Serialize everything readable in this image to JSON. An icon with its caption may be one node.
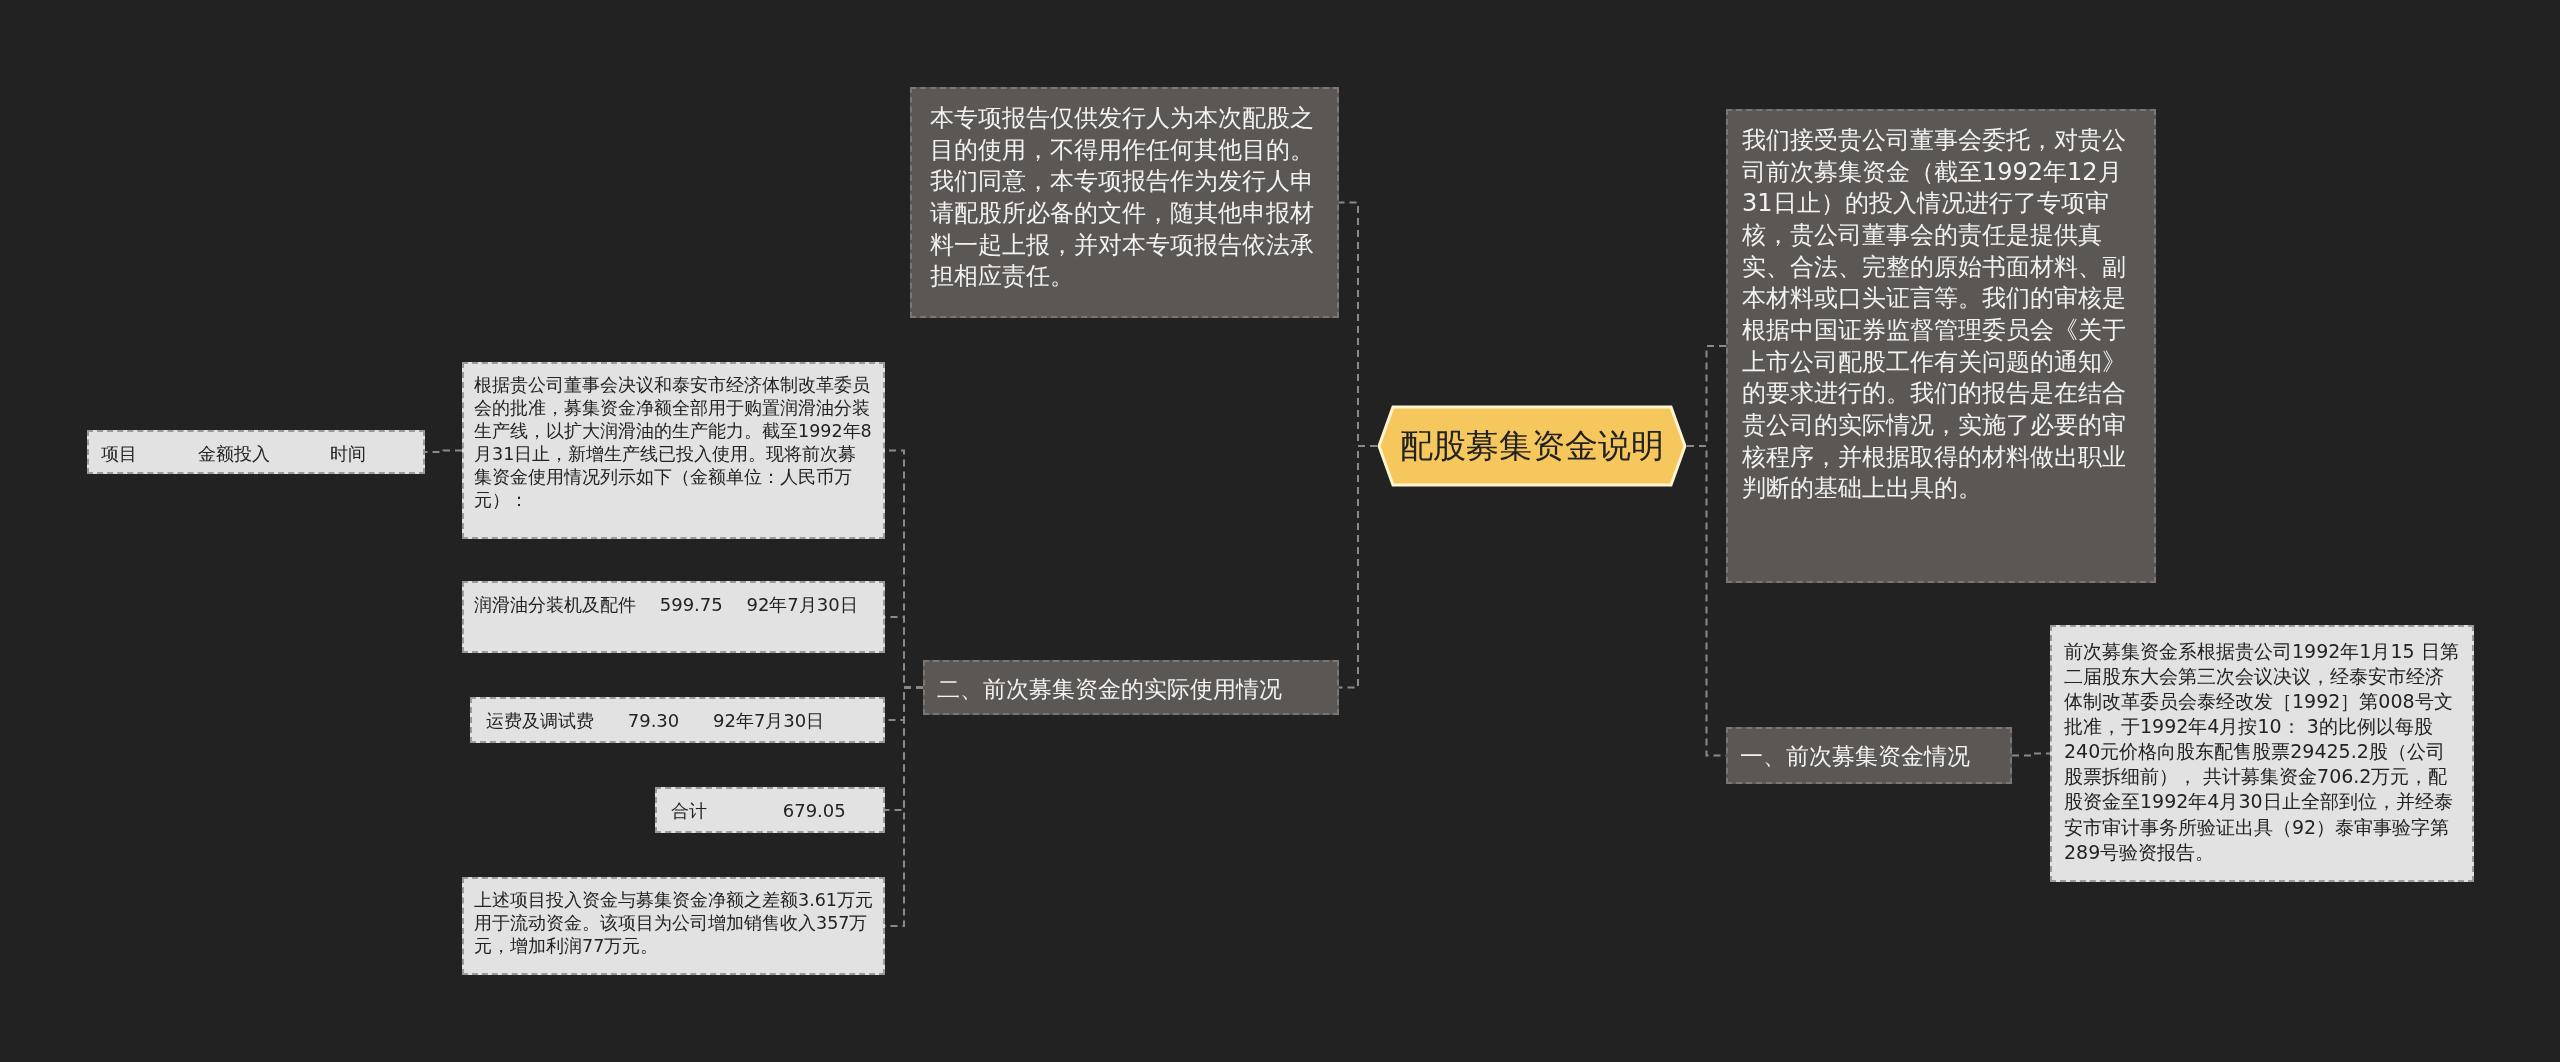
{
  "diagram": {
    "nodes": [
      {
        "text": [
          "配股募集资金说明"
        ]
      },
      {
        "text": [
          "本专项报告仅供发行人为本次配股之目的使用，不得用作任何其他目的。我们同意，本专项报告作为发行人申请配股所必备的文件，随其他申报材料一起上报，并对本专项报告依法承担相应责任。"
        ]
      },
      {
        "text": [
          "二、前次募集资金的实际使用情况"
        ]
      },
      {
        "text": [
          "根据贵公司董事会决议和泰安市经济体制改革委员会的批准，募集资金净额全部用于购置润滑油分装生产线，以扩大润滑油的生产能力。截至1992年8月31日止，新增生产线已投入使用。现将前次募集资金使用情况列示如下（金额单位：人民币万元）："
        ]
      },
      {
        "text": [
          "项目 金额投入 时间"
        ]
      },
      {
        "text": [
          "润滑油分装机及配件 599.75 92年7月30日"
        ]
      },
      {
        "text": [
          "运费及调试费 79.30 92年7月30日"
        ]
      },
      {
        "text": [
          "合计 679.05"
        ]
      },
      {
        "text": [
          "上述项目投入资金与募集资金净额之差额3.61万元用于流动资金。该项目为公司增加销售收入357万元，增加利润77万元。"
        ]
      },
      {
        "text": [
          "我们接受贵公司董事会委托，对贵公司前次募集资金（截至1992年12月31日止）的投入情况进行了专项审核，贵公司董事会的责任是提供真实、合法、完整的原始书面材料、副本材料或口头证言等。我们的审核是根据中国证券监督管理委员会《关于上市公司配股工作有关问题的通知》的要求进行的。我们的报告是在结合贵公司的实际情况，实施了必要的审核程序，并根据取得的材料做出职业判断的基础上出具的。"
        ]
      },
      {
        "text": [
          "一、前次募集资金情况"
        ]
      },
      {
        "text": [
          "前次募集资金系根据贵公司1992年1月15 日第二届股东大会第三次会议决议，经泰安市经济体制改革委员会泰经改发［1992］第008号文批准，于1992年4月按10： 3的比例以每股240元价格向股东配售股票29425.2股（公司股票拆细前）， 共计募集资金706.2万元，配股资金至1992年4月30日止全部到位，并经泰安市审计事务所验证出具（92）泰审事验字第289号验资报告。"
        ]
      }
    ],
    "edges": [
      {
        "from": 0,
        "to": 1,
        "arrow": "none",
        "style": "dashed"
      },
      {
        "from": 0,
        "to": 2,
        "arrow": "none",
        "style": "dashed"
      },
      {
        "from": 2,
        "to": 3,
        "arrow": "none",
        "style": "dashed"
      },
      {
        "from": 3,
        "to": 4,
        "arrow": "none",
        "style": "dashed"
      },
      {
        "from": 2,
        "to": 5,
        "arrow": "none",
        "style": "dashed"
      },
      {
        "from": 2,
        "to": 6,
        "arrow": "none",
        "style": "dashed"
      },
      {
        "from": 2,
        "to": 7,
        "arrow": "none",
        "style": "dashed"
      },
      {
        "from": 2,
        "to": 8,
        "arrow": "none",
        "style": "dashed"
      },
      {
        "from": 0,
        "to": 9,
        "arrow": "none",
        "style": "dashed"
      },
      {
        "from": 0,
        "to": 10,
        "arrow": "none",
        "style": "dashed"
      },
      {
        "from": 10,
        "to": 11,
        "arrow": "none",
        "style": "dashed"
      }
    ]
  }
}
